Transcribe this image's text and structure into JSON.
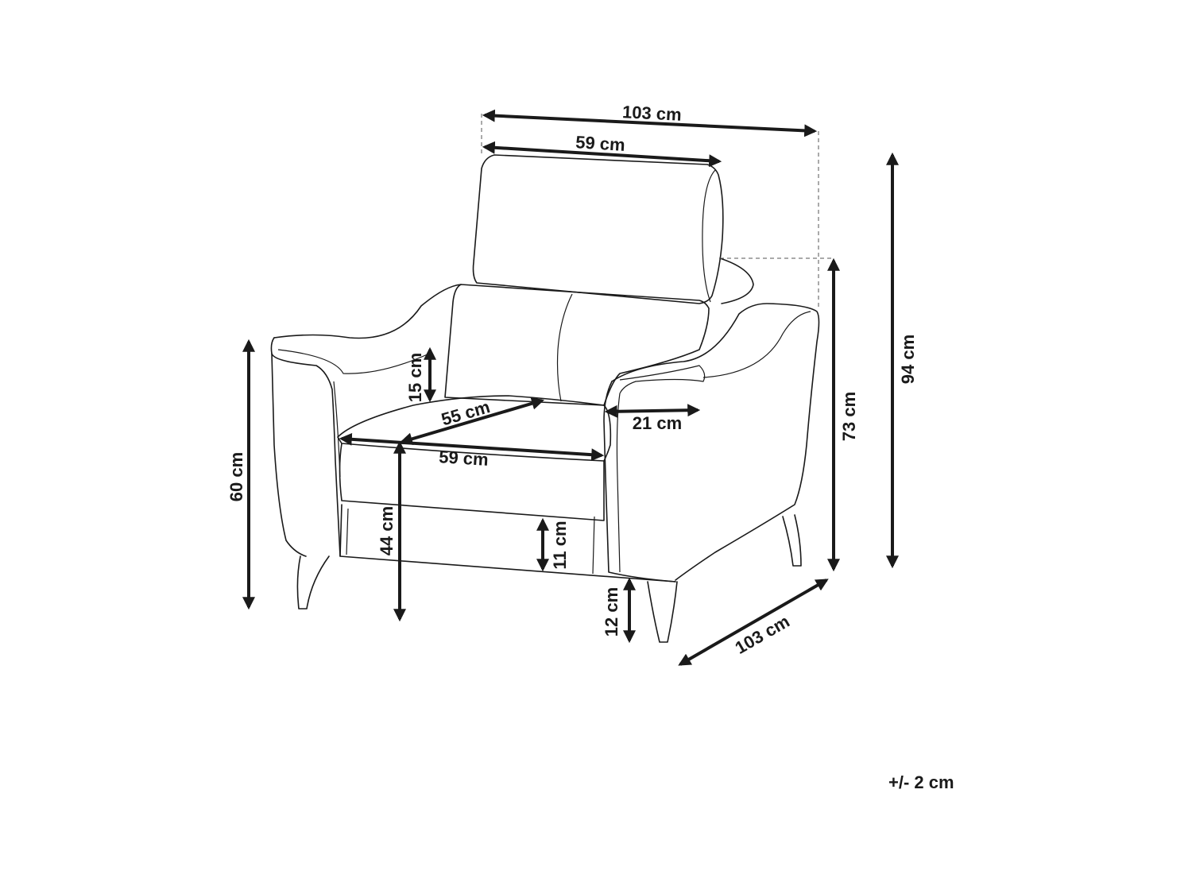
{
  "dimensions": {
    "total_width": "103 cm",
    "backrest_width": "59 cm",
    "total_height": "94 cm",
    "backrest_height": "73 cm",
    "seat_height_arm": "60 cm",
    "armrest_above_seat": "15 cm",
    "seat_depth": "55 cm",
    "seat_width": "59 cm",
    "armrest_width": "21 cm",
    "seat_height": "44 cm",
    "base_height": "11 cm",
    "leg_height": "12 cm",
    "total_depth": "103 cm"
  },
  "tolerance": "+/- 2 cm"
}
